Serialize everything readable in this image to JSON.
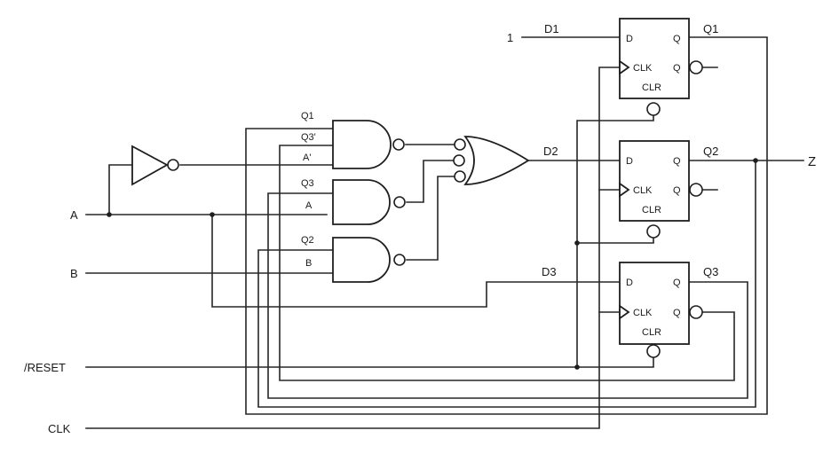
{
  "inputs": {
    "a": "A",
    "b": "B",
    "reset": "/RESET",
    "clk": "CLK",
    "const_one": "1"
  },
  "output": {
    "z": "Z"
  },
  "gate_input_labels": {
    "nand1_q1": "Q1",
    "nand1_q3n": "Q3'",
    "nand1_an": "A'",
    "nand2_q3": "Q3",
    "nand2_a": "A",
    "nand3_q2": "Q2",
    "nand3_b": "B"
  },
  "nets": {
    "d1": "D1",
    "d2": "D2",
    "d3": "D3",
    "q1": "Q1",
    "q2": "Q2",
    "q3": "Q3"
  },
  "flipflops": [
    {
      "d_pin": "D",
      "q_pin": "Q",
      "qn_pin": "Q",
      "clk_pin": "CLK",
      "clr_pin": "CLR"
    },
    {
      "d_pin": "D",
      "q_pin": "Q",
      "qn_pin": "Q",
      "clk_pin": "CLK",
      "clr_pin": "CLR"
    },
    {
      "d_pin": "D",
      "q_pin": "Q",
      "qn_pin": "Q",
      "clk_pin": "CLK",
      "clr_pin": "CLR"
    }
  ]
}
